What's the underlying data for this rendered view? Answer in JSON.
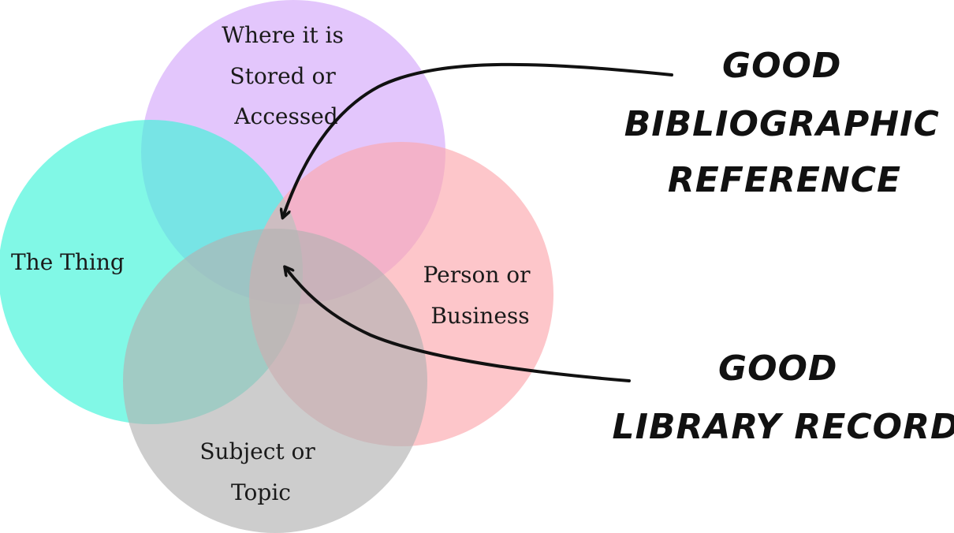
{
  "circles": [
    {
      "id": "where",
      "lines": [
        "Where it is",
        "Stored or",
        "Accessed"
      ],
      "color": "#d4a8fb"
    },
    {
      "id": "thing",
      "lines": [
        "The Thing"
      ],
      "color": "#3df5d9"
    },
    {
      "id": "person",
      "lines": [
        "Person or",
        "Business"
      ],
      "color": "#fca7ad"
    },
    {
      "id": "subject",
      "lines": [
        "Subject or",
        "Topic"
      ],
      "color": "#b2b2b2"
    }
  ],
  "callouts": {
    "bibliographic": {
      "lines": [
        "Good",
        "Bibliographic",
        "Reference"
      ]
    },
    "library": {
      "lines": [
        "Good",
        "Library Record"
      ]
    }
  },
  "arrow_color": "#111111"
}
